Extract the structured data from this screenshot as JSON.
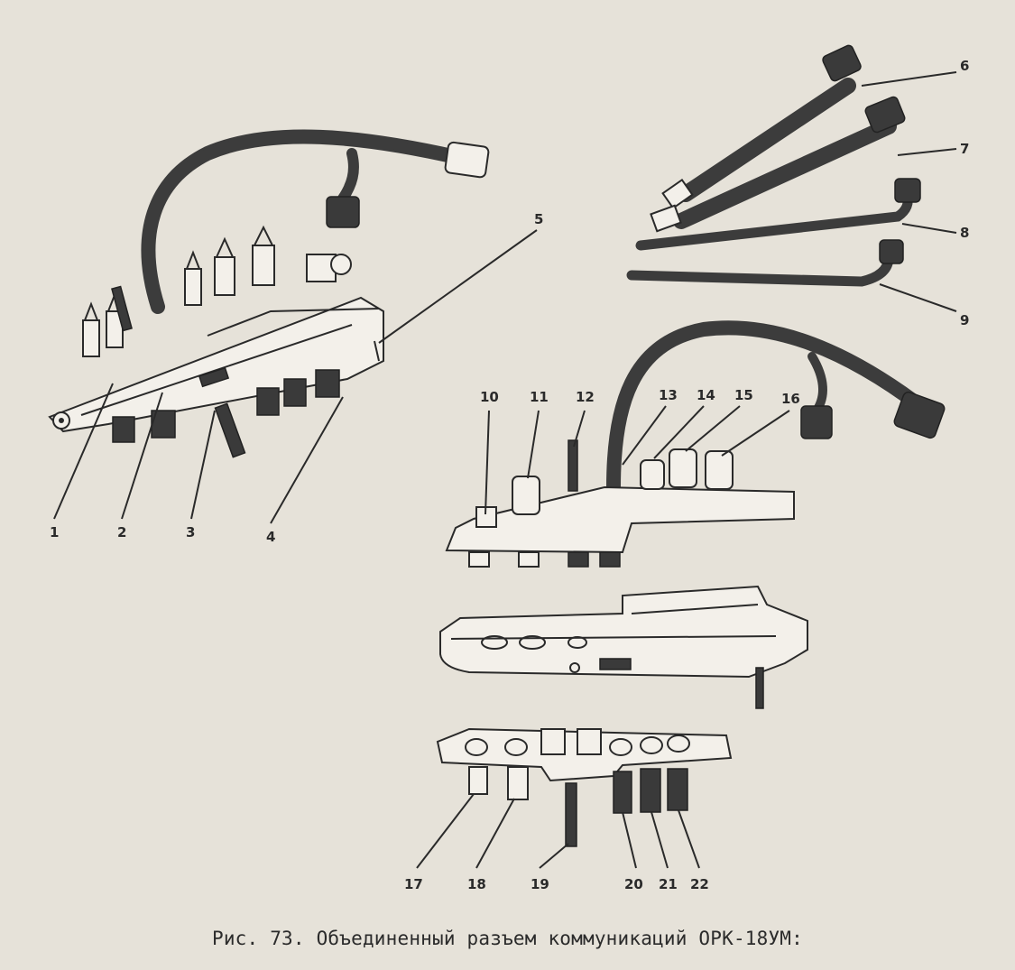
{
  "figure": {
    "caption": "Рис. 73. Объединенный разъем коммуникаций ОРК-18УМ:",
    "callouts": [
      "1",
      "2",
      "3",
      "4",
      "5",
      "6",
      "7",
      "8",
      "9",
      "10",
      "11",
      "12",
      "13",
      "14",
      "15",
      "16",
      "17",
      "18",
      "19",
      "20",
      "21",
      "22"
    ]
  }
}
